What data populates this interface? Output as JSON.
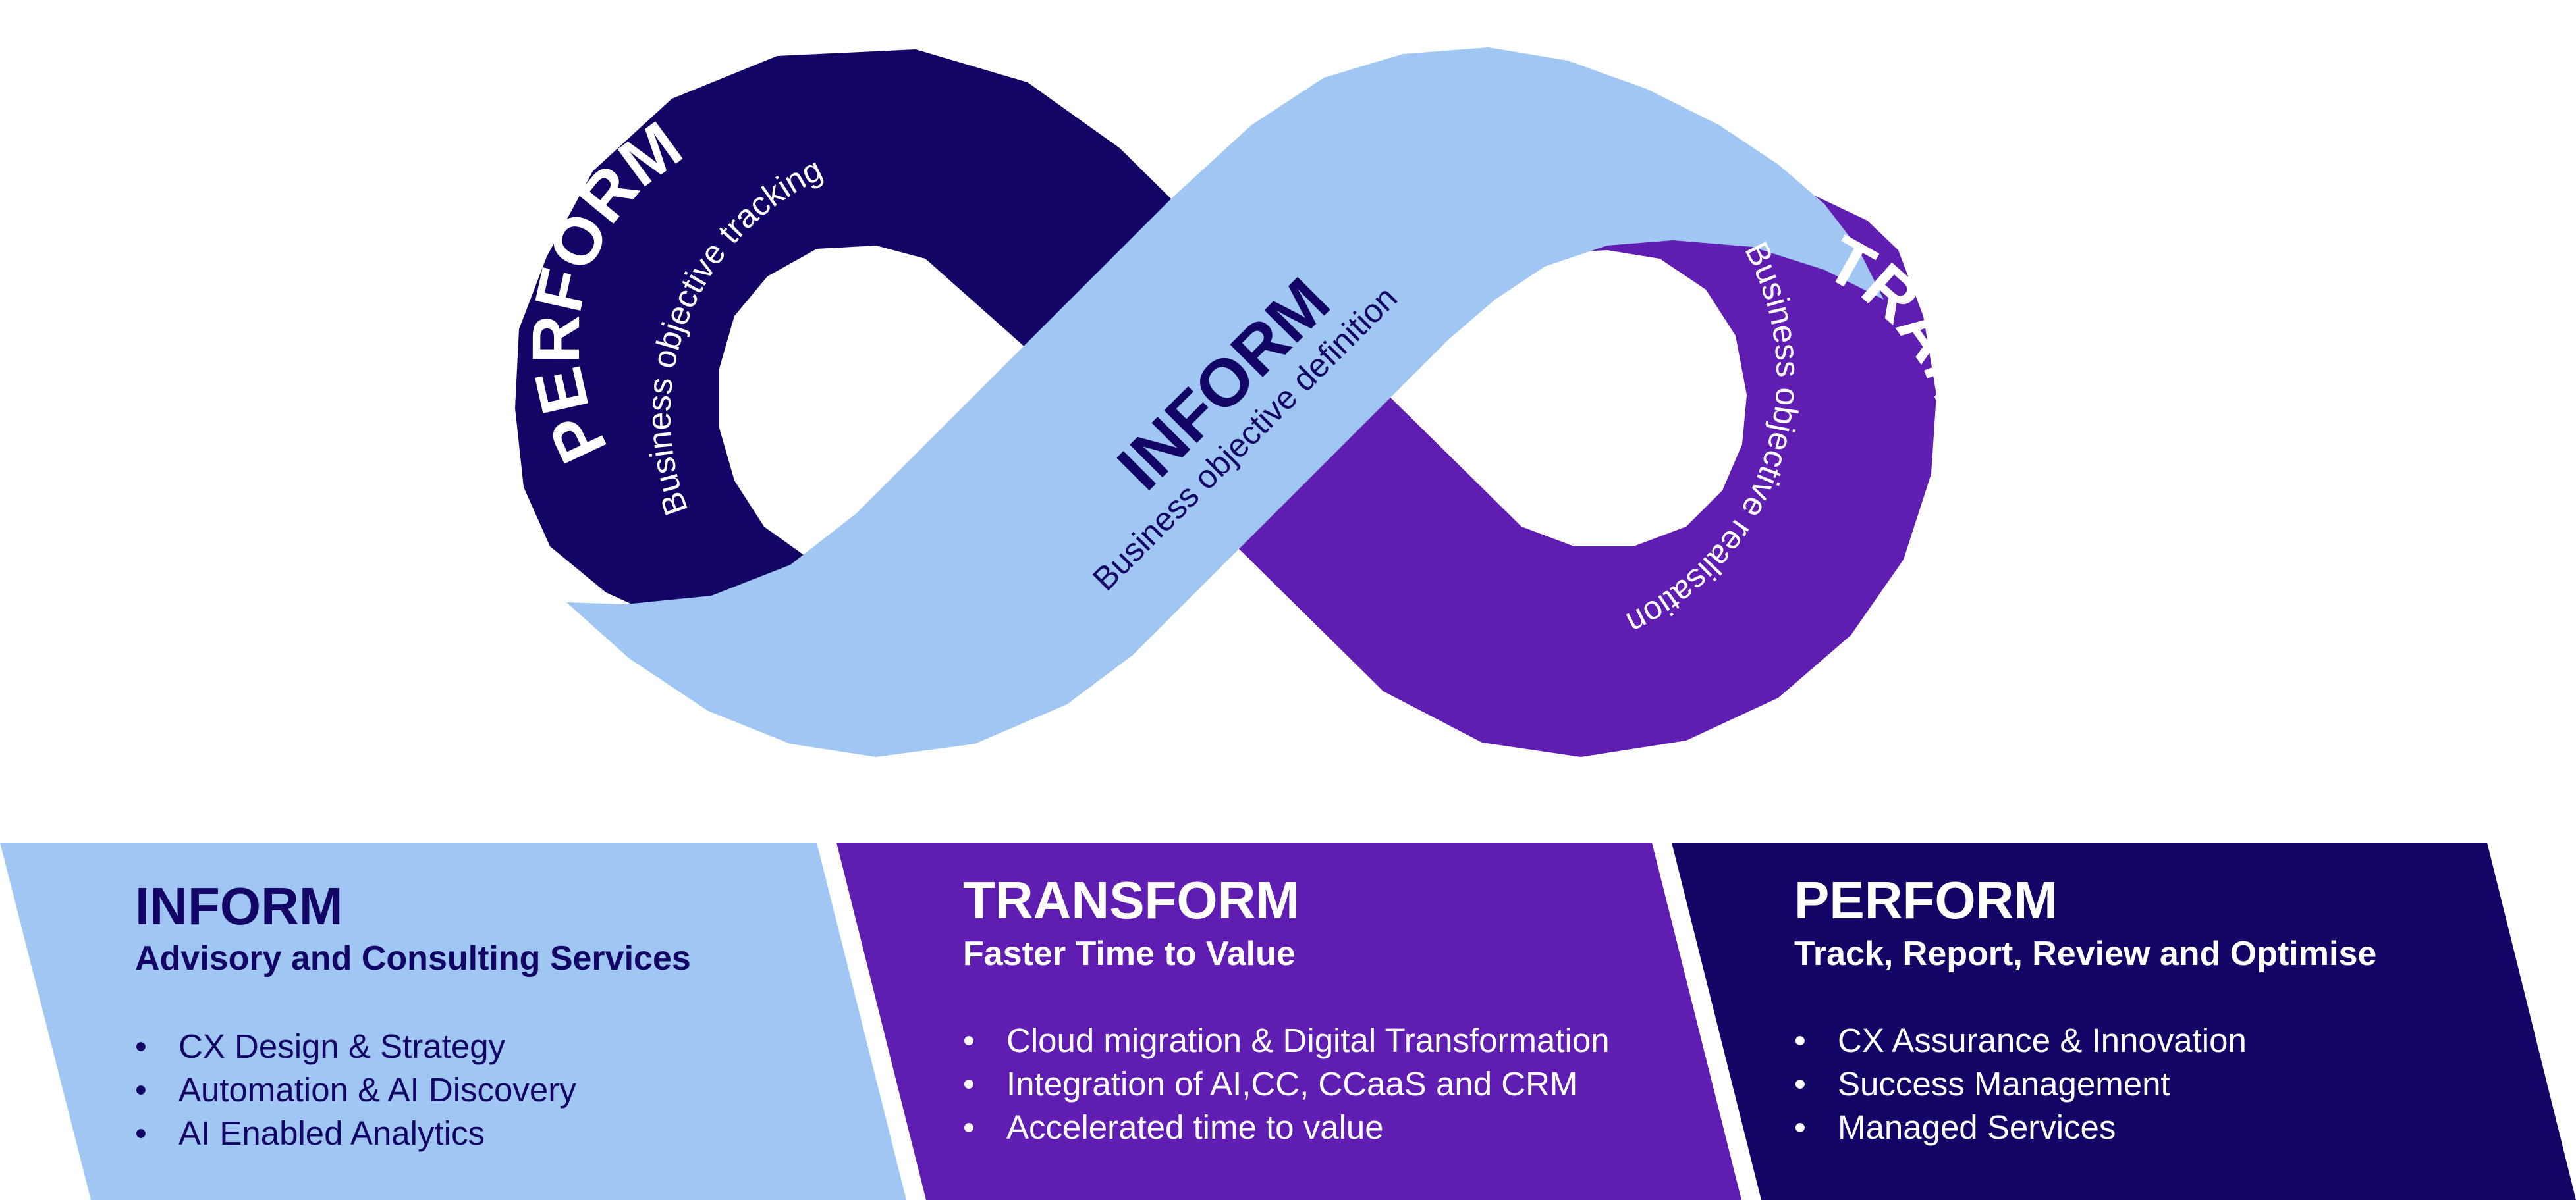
{
  "colors": {
    "inform": "#a0c6f4",
    "transform": "#5f1db1",
    "perform": "#120565",
    "white": "#ffffff"
  },
  "infinity": {
    "perform": {
      "title": "PERFORM",
      "subtitle": "Business objective tracking"
    },
    "inform": {
      "title": "INFORM",
      "subtitle": "Business objective definition"
    },
    "transform": {
      "title": "TRANSFORM",
      "subtitle": "Business objective realisation"
    }
  },
  "panels": [
    {
      "key": "inform",
      "title": "INFORM",
      "subtitle": "Advisory and Consulting Services",
      "bullets": [
        "CX Design & Strategy",
        "Automation & AI Discovery",
        "AI Enabled Analytics"
      ]
    },
    {
      "key": "transform",
      "title": "TRANSFORM",
      "subtitle": "Faster Time to Value",
      "bullets": [
        "Cloud migration & Digital Transformation",
        "Integration of AI,CC, CCaaS and CRM",
        "Accelerated time to value"
      ]
    },
    {
      "key": "perform",
      "title": "PERFORM",
      "subtitle": "Track, Report, Review and Optimise",
      "bullets": [
        "CX Assurance & Innovation",
        "Success Management",
        "Managed Services"
      ]
    }
  ]
}
